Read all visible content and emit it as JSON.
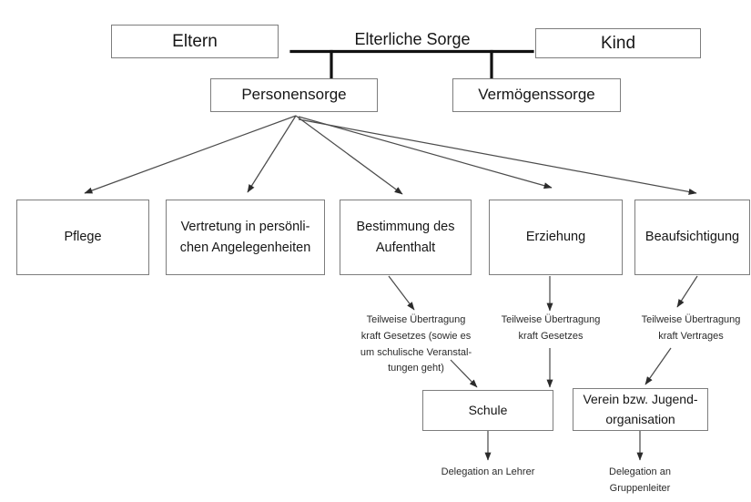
{
  "diagram": {
    "title_text": "Elterliche Sorge",
    "nodes": {
      "eltern": "Eltern",
      "kind": "Kind",
      "personensorge": "Personensorge",
      "vermoegenssorge": "Vermögenssorge",
      "pflege": "Pflege",
      "vertretung_line1": "Vertretung in persönli-",
      "vertretung_line2": "chen Angelegenheiten",
      "bestimmung_line1": "Bestimmung des",
      "bestimmung_line2": "Aufenthalt",
      "erziehung": "Erziehung",
      "beaufsichtigung": "Beaufsichtigung",
      "schule": "Schule",
      "verein_line1": "Verein bzw. Jugend-",
      "verein_line2": "organisation"
    },
    "annotations": {
      "aufenthalt_note": {
        "line1": "Teilweise Übertragung",
        "line2": "kraft Gesetzes (sowie es",
        "line3": "um schulische Veranstal-",
        "line4": "tungen geht)"
      },
      "erziehung_note": {
        "line1": "Teilweise Übertragung",
        "line2": "kraft Gesetzes"
      },
      "beaufsichtigung_note": {
        "line1": "Teilweise Übertragung",
        "line2": "kraft Vertrages"
      }
    },
    "captions": {
      "schule_delegation": "Delegation an Lehrer",
      "verein_delegation_line1": "Delegation an",
      "verein_delegation_line2": "Gruppenleiter"
    },
    "colors": {
      "box_border": "#7d7d7d",
      "text": "#161616",
      "edge_thin": "#4c4c4c",
      "edge_thick": "#111111",
      "background": "#ffffff"
    }
  }
}
